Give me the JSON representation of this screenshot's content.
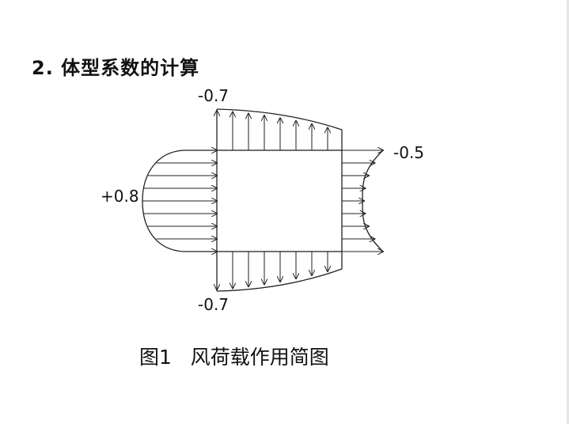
{
  "heading": "2. 体型系数的计算",
  "caption": {
    "figure_no": "图1",
    "title": "风荷载作用简图"
  },
  "diagram": {
    "top_coefficient": "-0.7",
    "bottom_coefficient": "-0.7",
    "windward_coefficient": "+0.8",
    "leeward_coefficient": "-0.5"
  },
  "colors": {
    "line": "#222222",
    "text": "#111111",
    "background": "#ffffff"
  }
}
